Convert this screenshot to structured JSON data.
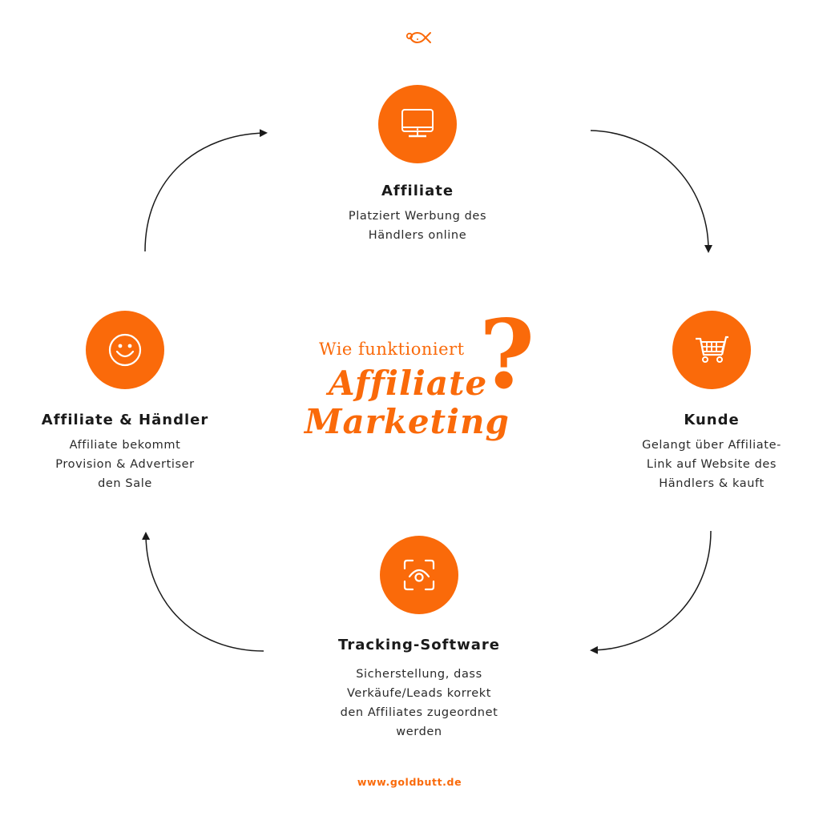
{
  "header": {
    "logo_icon": "fish-icon"
  },
  "center": {
    "subtitle": "Wie funktioniert",
    "title_line1": "Affiliate",
    "title_line2": "Marketing",
    "question_mark": "?"
  },
  "nodes": [
    {
      "id": "affiliate",
      "icon": "monitor-icon",
      "title": "Affiliate",
      "description": [
        "Platziert Werbung des",
        "Händlers online"
      ]
    },
    {
      "id": "kunde",
      "icon": "shopping-cart-icon",
      "title": "Kunde",
      "description": [
        "Gelangt über Affiliate-",
        "Link auf Website des",
        "Händlers & kauft"
      ]
    },
    {
      "id": "tracking",
      "icon": "eye-scan-icon",
      "title": "Tracking-Software",
      "description": [
        "Sicherstellung, dass",
        "Verkäufe/Leads korrekt",
        "den Affiliates zugeordnet",
        "werden"
      ]
    },
    {
      "id": "affiliate-haendler",
      "icon": "smiley-icon",
      "title": "Affiliate & Händler",
      "description": [
        "Affiliate bekommt",
        "Provision & Advertiser",
        "den Sale"
      ]
    }
  ],
  "colors": {
    "accent": "#fa6a0a",
    "text": "#1a1a1a",
    "arrow": "#1a1a1a"
  },
  "footer": {
    "url": "www.goldbutt.de"
  }
}
